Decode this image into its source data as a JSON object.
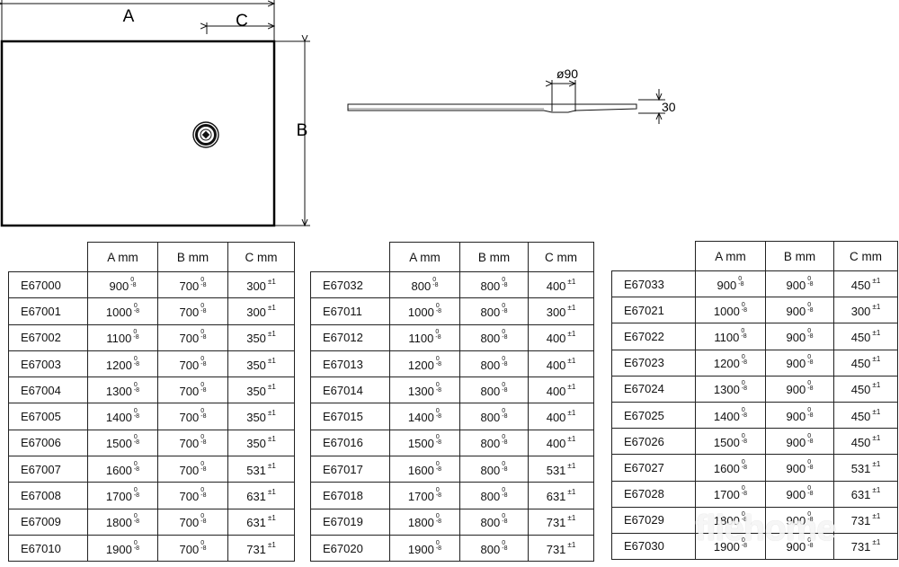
{
  "dimensions": {
    "a_label": "A",
    "b_label": "B",
    "c_label": "C",
    "drain_diameter": "ø90",
    "thickness": "30"
  },
  "tolerances": {
    "a_upper": "0",
    "a_lower": "-8",
    "b_upper": "0",
    "b_lower": "-8",
    "c": "±1"
  },
  "headers": [
    "A mm",
    "B mm",
    "C mm"
  ],
  "tables": [
    {
      "rows": [
        {
          "code": "E67000",
          "a": "900",
          "b": "700",
          "c": "300"
        },
        {
          "code": "E67001",
          "a": "1000",
          "b": "700",
          "c": "300"
        },
        {
          "code": "E67002",
          "a": "1100",
          "b": "700",
          "c": "350"
        },
        {
          "code": "E67003",
          "a": "1200",
          "b": "700",
          "c": "350"
        },
        {
          "code": "E67004",
          "a": "1300",
          "b": "700",
          "c": "350"
        },
        {
          "code": "E67005",
          "a": "1400",
          "b": "700",
          "c": "350"
        },
        {
          "code": "E67006",
          "a": "1500",
          "b": "700",
          "c": "350"
        },
        {
          "code": "E67007",
          "a": "1600",
          "b": "700",
          "c": "531"
        },
        {
          "code": "E67008",
          "a": "1700",
          "b": "700",
          "c": "631"
        },
        {
          "code": "E67009",
          "a": "1800",
          "b": "700",
          "c": "631"
        },
        {
          "code": "E67010",
          "a": "1900",
          "b": "700",
          "c": "731"
        }
      ]
    },
    {
      "rows": [
        {
          "code": "E67032",
          "a": "800",
          "b": "800",
          "c": "400"
        },
        {
          "code": "E67011",
          "a": "1000",
          "b": "800",
          "c": "300"
        },
        {
          "code": "E67012",
          "a": "1100",
          "b": "800",
          "c": "400"
        },
        {
          "code": "E67013",
          "a": "1200",
          "b": "800",
          "c": "400"
        },
        {
          "code": "E67014",
          "a": "1300",
          "b": "800",
          "c": "400"
        },
        {
          "code": "E67015",
          "a": "1400",
          "b": "800",
          "c": "400"
        },
        {
          "code": "E67016",
          "a": "1500",
          "b": "800",
          "c": "400"
        },
        {
          "code": "E67017",
          "a": "1600",
          "b": "800",
          "c": "531"
        },
        {
          "code": "E67018",
          "a": "1700",
          "b": "800",
          "c": "631"
        },
        {
          "code": "E67019",
          "a": "1800",
          "b": "800",
          "c": "731"
        },
        {
          "code": "E67020",
          "a": "1900",
          "b": "800",
          "c": "731"
        }
      ]
    },
    {
      "rows": [
        {
          "code": "E67033",
          "a": "900",
          "b": "900",
          "c": "450"
        },
        {
          "code": "E67021",
          "a": "1000",
          "b": "900",
          "c": "300"
        },
        {
          "code": "E67022",
          "a": "1100",
          "b": "900",
          "c": "450"
        },
        {
          "code": "E67023",
          "a": "1200",
          "b": "900",
          "c": "450"
        },
        {
          "code": "E67024",
          "a": "1300",
          "b": "900",
          "c": "450"
        },
        {
          "code": "E67025",
          "a": "1400",
          "b": "900",
          "c": "450"
        },
        {
          "code": "E67026",
          "a": "1500",
          "b": "900",
          "c": "450"
        },
        {
          "code": "E67027",
          "a": "1600",
          "b": "900",
          "c": "531"
        },
        {
          "code": "E67028",
          "a": "1700",
          "b": "900",
          "c": "631"
        },
        {
          "code": "E67029",
          "a": "1800",
          "b": "900",
          "c": "731"
        },
        {
          "code": "E67030",
          "a": "1900",
          "b": "900",
          "c": "731"
        }
      ]
    }
  ],
  "watermark": "fliehome"
}
